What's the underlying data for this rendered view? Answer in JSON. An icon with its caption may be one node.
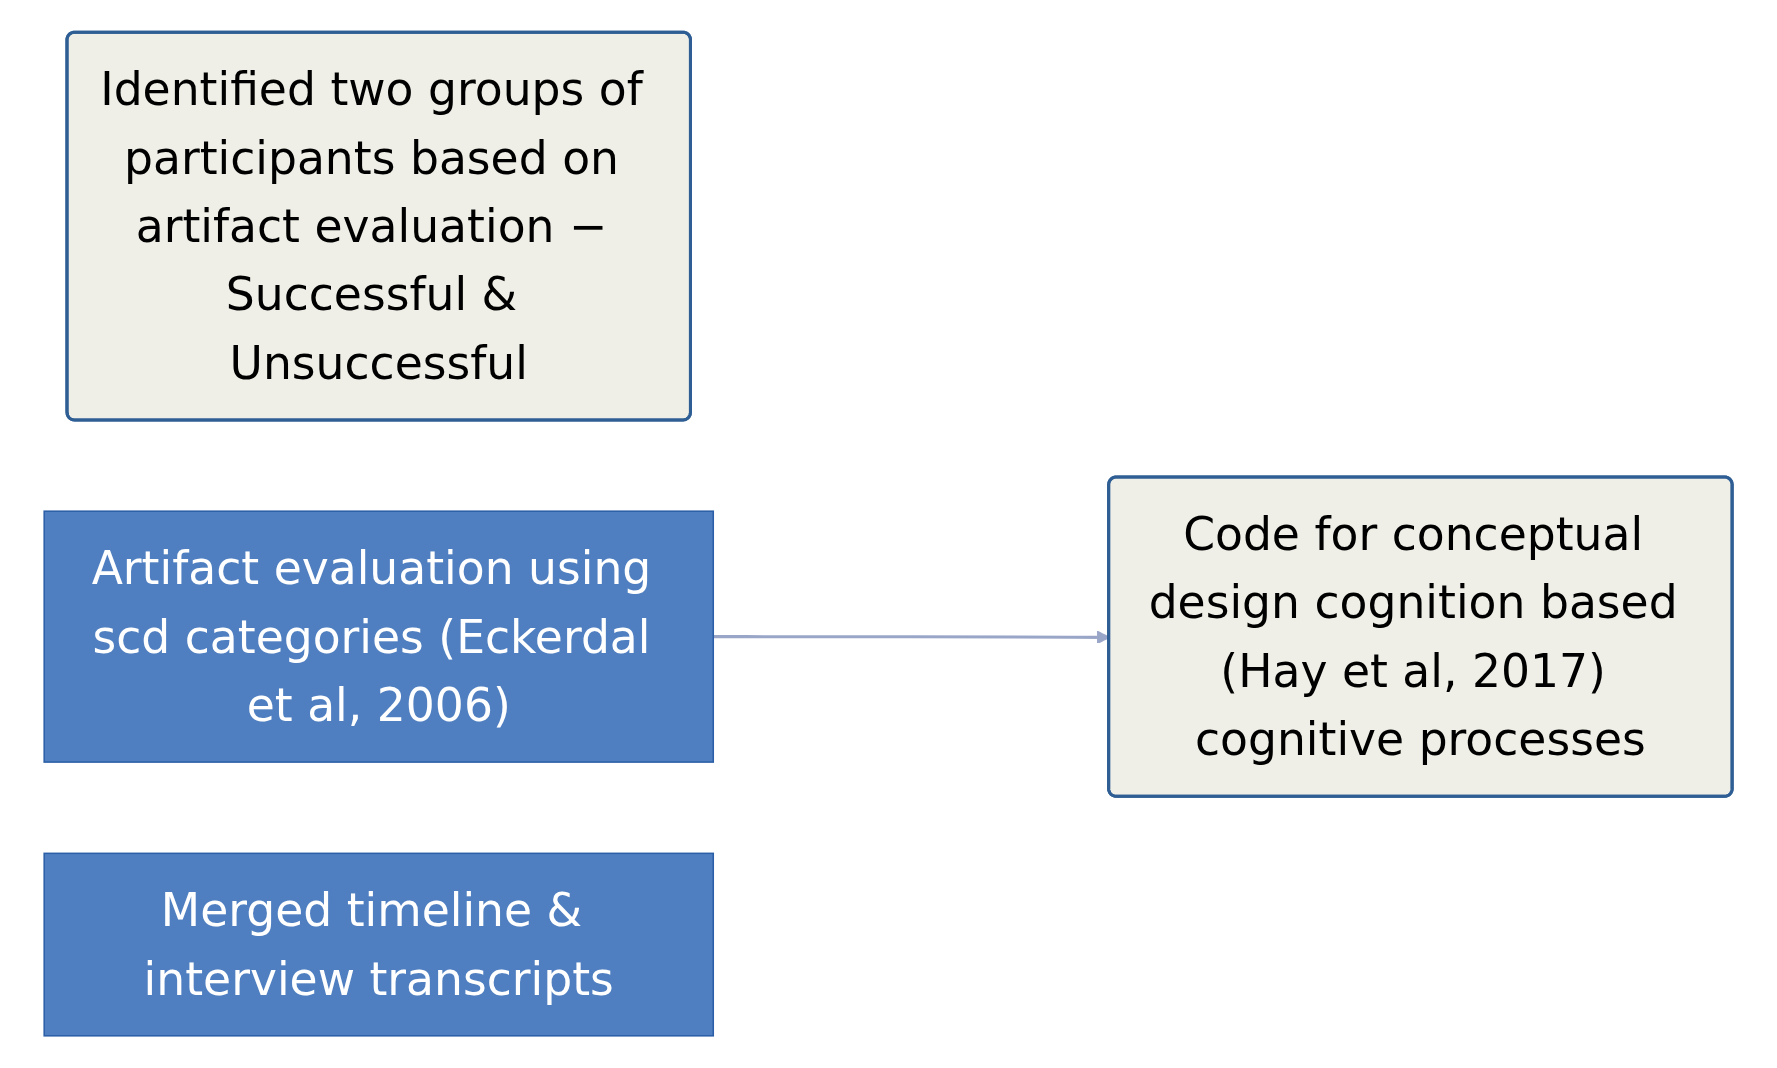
{
  "diagram": {
    "nodes": [
      {
        "text": [
          "Identified two groups of participants based on artifact evaluation − Successful & Unsuccessful"
        ]
      },
      {
        "text": [
          "Artifact evaluation using scd categories (Eckerdal et al, 2006)"
        ]
      },
      {
        "text": [
          "Merged timeline & interview transcripts"
        ]
      },
      {
        "text": [
          "Code for conceptual design cognition based (Hay et al, 2017) cognitive processes"
        ]
      }
    ],
    "edges": [
      {
        "from": 1,
        "to": 3,
        "arrow": "to"
      }
    ]
  }
}
